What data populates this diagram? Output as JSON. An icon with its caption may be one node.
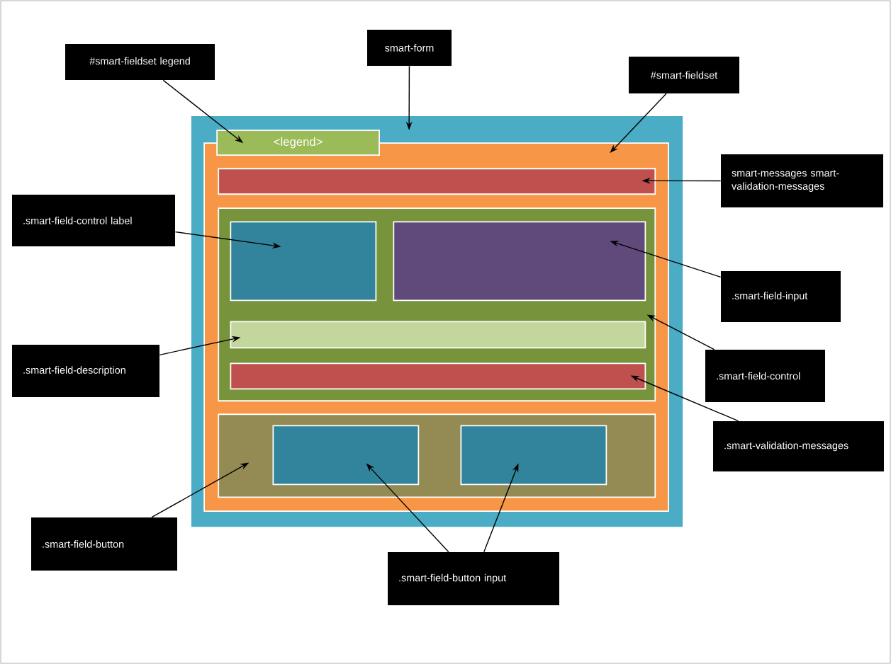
{
  "diagram": {
    "nodes": [
      {
        "text": [
          "#smart-fieldset legend"
        ]
      },
      {
        "text": [
          "smart-form"
        ]
      },
      {
        "text": [
          "#smart-fieldset"
        ]
      },
      {
        "text": [],
        "shape": "box"
      },
      {
        "text": [],
        "shape": "box",
        "in": 3
      },
      {
        "text": [
          "<legend>"
        ],
        "in": 3
      },
      {
        "text": [],
        "shape": "box",
        "in": 4
      },
      {
        "text": [],
        "shape": "box",
        "in": 4
      },
      {
        "text": [],
        "shape": "box",
        "in": 7
      },
      {
        "text": [],
        "shape": "box",
        "in": 7
      },
      {
        "text": [],
        "shape": "box",
        "in": 7
      },
      {
        "text": [],
        "shape": "box",
        "in": 7
      },
      {
        "text": [],
        "shape": "box",
        "in": 4
      },
      {
        "text": [],
        "shape": "box",
        "in": 12
      },
      {
        "text": [],
        "shape": "box",
        "in": 12
      },
      {
        "text": [
          "smart-messages smart-validation-messages"
        ]
      },
      {
        "text": [
          ".smart-field-control label"
        ]
      },
      {
        "text": [
          ".smart-field-input"
        ]
      },
      {
        "text": [
          ".smart-field-description"
        ]
      },
      {
        "text": [
          ".smart-field-control"
        ]
      },
      {
        "text": [
          ".smart-validation-messages"
        ]
      },
      {
        "text": [
          ".smart-field-button"
        ]
      },
      {
        "text": [
          ".smart-field-button input"
        ]
      }
    ],
    "edges": [
      {
        "from": 0,
        "to": 5,
        "arrow": "to"
      },
      {
        "from": 1,
        "to": 3,
        "arrow": "to"
      },
      {
        "from": 2,
        "to": 4,
        "arrow": "to"
      },
      {
        "from": 15,
        "to": 6,
        "arrow": "to"
      },
      {
        "from": 16,
        "to": 8,
        "arrow": "to"
      },
      {
        "from": 17,
        "to": 9,
        "arrow": "to"
      },
      {
        "from": 19,
        "to": 7,
        "arrow": "to"
      },
      {
        "from": 18,
        "to": 10,
        "arrow": "to"
      },
      {
        "from": 20,
        "to": 11,
        "arrow": "to"
      },
      {
        "from": 21,
        "to": 12,
        "arrow": "to"
      },
      {
        "from": 22,
        "to": 13,
        "arrow": "to"
      },
      {
        "from": 22,
        "to": 14,
        "arrow": "to"
      }
    ]
  }
}
